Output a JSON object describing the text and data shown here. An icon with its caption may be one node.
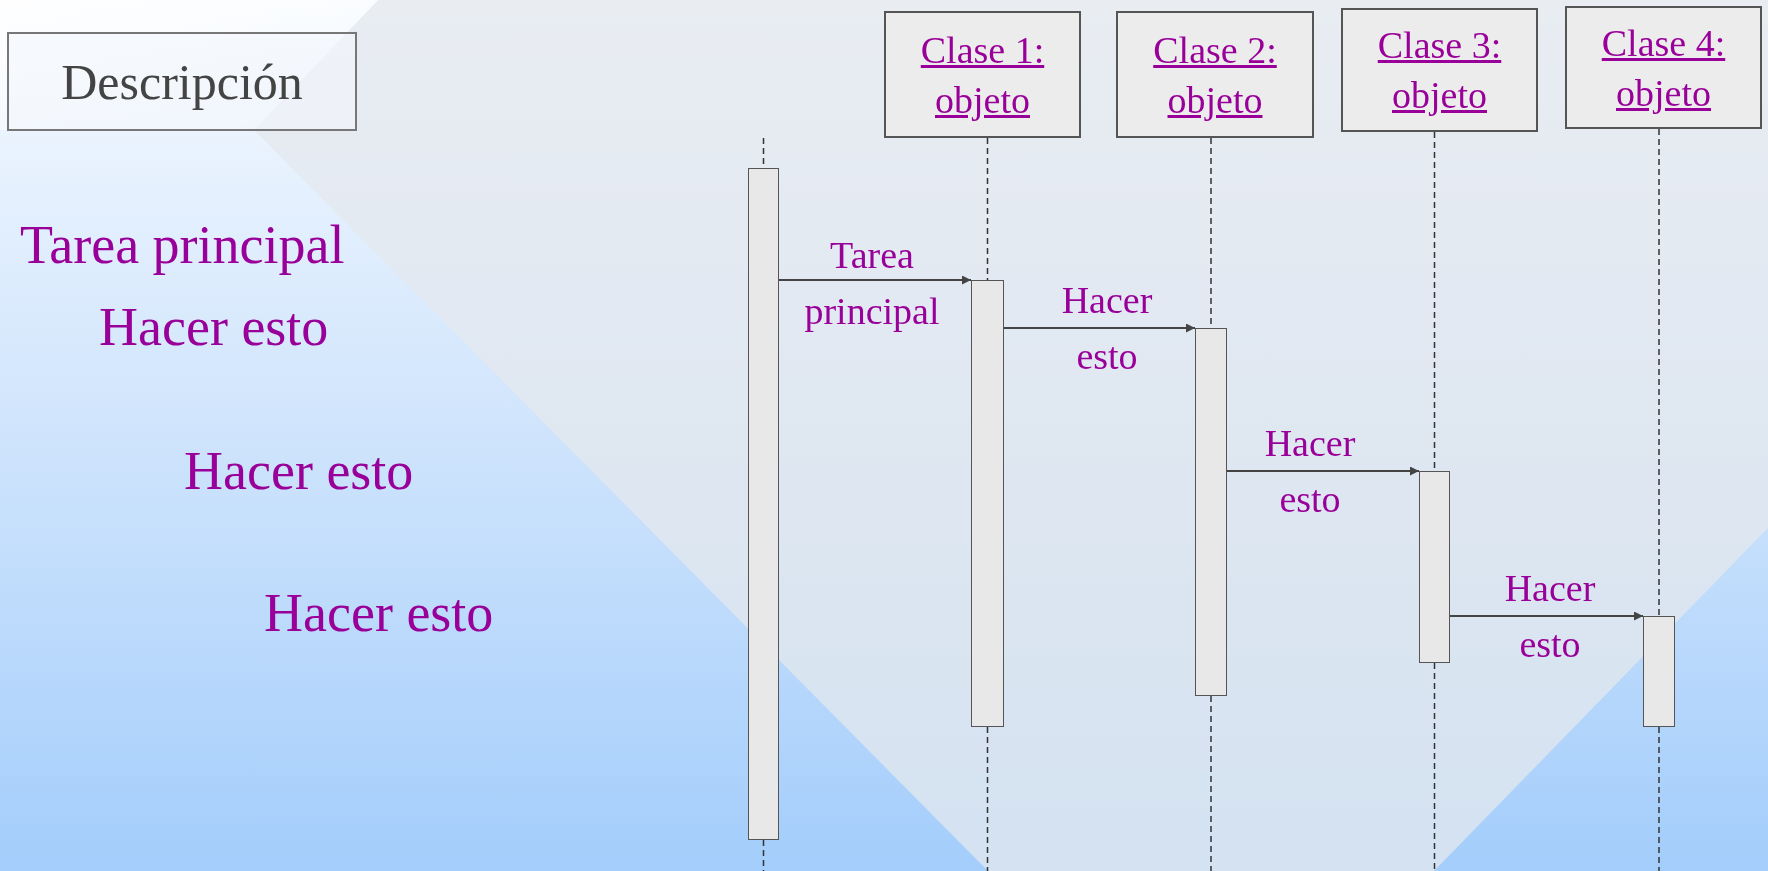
{
  "diagram": {
    "nodes": [
      {
        "text": [
          "Descripción"
        ]
      },
      {
        "text": [
          "Clase 1: objeto"
        ]
      },
      {
        "text": [
          "Clase 2: objeto"
        ]
      },
      {
        "text": [
          "Clase 3: objeto"
        ]
      },
      {
        "text": [
          "Clase 4: objeto"
        ]
      },
      {
        "text": [],
        "shape": "bar"
      },
      {
        "text": [],
        "shape": "bar"
      },
      {
        "text": [],
        "shape": "bar"
      },
      {
        "text": [],
        "shape": "bar"
      },
      {
        "text": [],
        "shape": "bar"
      }
    ],
    "edges": [
      {
        "from": 1,
        "to": 6,
        "arrow": "none",
        "style": "dashed"
      },
      {
        "from": 2,
        "to": 7,
        "arrow": "none",
        "style": "dashed"
      },
      {
        "from": 3,
        "to": 8,
        "arrow": "none",
        "style": "dashed"
      },
      {
        "from": 4,
        "to": 9,
        "arrow": "none",
        "style": "dashed"
      },
      {
        "from": 5,
        "to": 6,
        "arrow": "to",
        "label": "Tarea principal"
      },
      {
        "from": 6,
        "to": 7,
        "arrow": "to",
        "label": "Hacer esto"
      },
      {
        "from": 7,
        "to": 8,
        "arrow": "to",
        "label": "Hacer esto"
      },
      {
        "from": 8,
        "to": 9,
        "arrow": "to",
        "label": "Hacer esto"
      }
    ],
    "labels": [
      "Tarea principal",
      "Hacer esto",
      "Hacer esto",
      "Hacer esto"
    ]
  }
}
